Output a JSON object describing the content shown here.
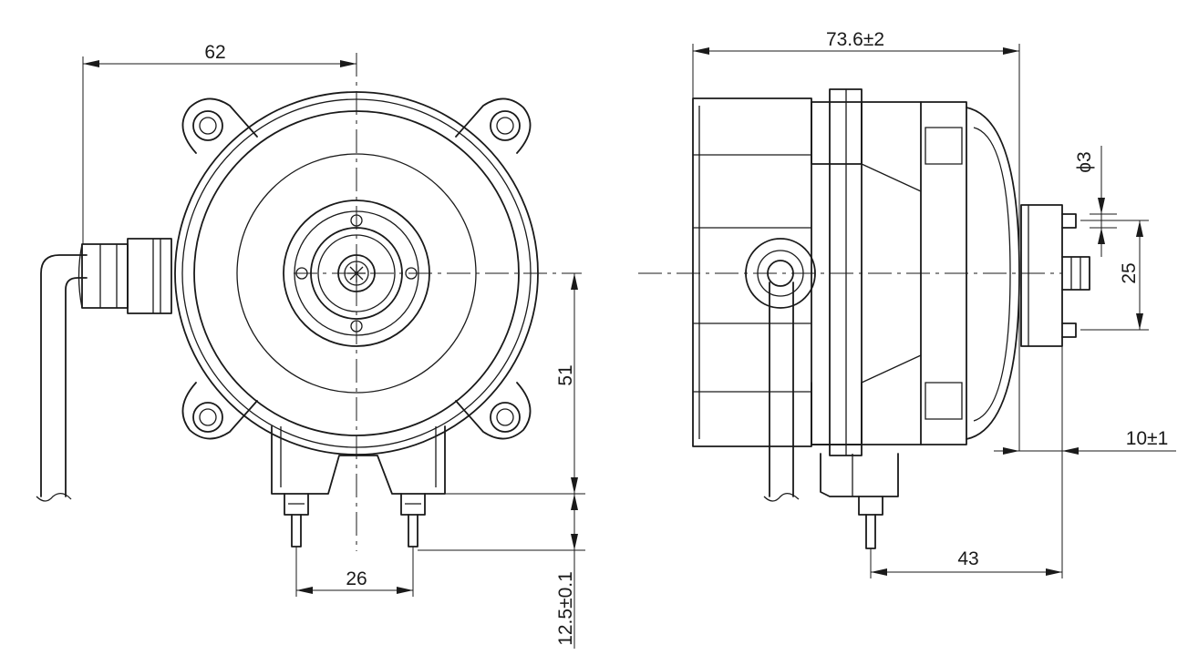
{
  "drawing": {
    "front_view": {
      "dim_width_label": "62",
      "dim_pin_spacing_label": "26",
      "dim_height_label": "51",
      "dim_pin_length_label": "12.5±0.1"
    },
    "side_view": {
      "dim_overall_length_label": "73.6±2",
      "dim_shaft_diameter_label": "ϕ3",
      "dim_flange_label": "25",
      "dim_shaft_length_label": "10±1",
      "dim_pin_offset_label": "43"
    }
  }
}
